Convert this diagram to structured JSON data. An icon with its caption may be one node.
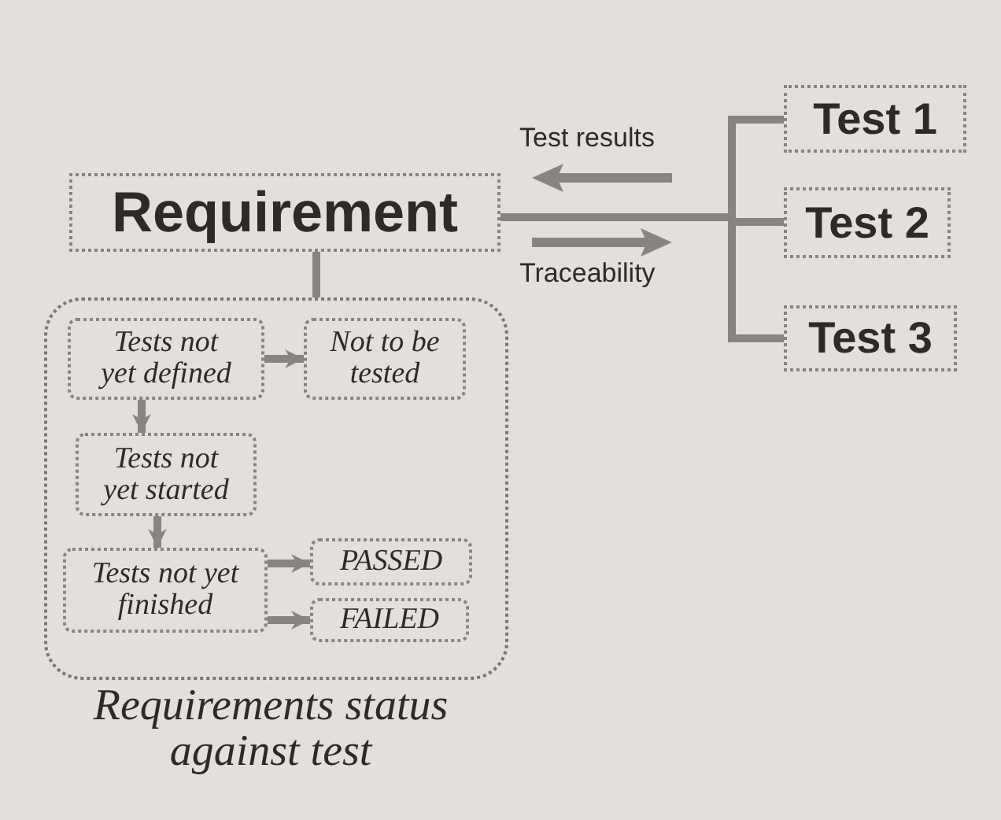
{
  "diagram": {
    "nodes": [
      {
        "text": [
          "Requirement"
        ]
      },
      {
        "text": [
          "Test 1"
        ]
      },
      {
        "text": [
          "Test 2"
        ]
      },
      {
        "text": [
          "Test 3"
        ]
      },
      {
        "text": [
          "Requirements status against test"
        ]
      },
      {
        "text": [
          "Tests not yet defined"
        ],
        "in": 4
      },
      {
        "text": [
          "Not to be tested"
        ],
        "in": 4
      },
      {
        "text": [
          "Tests not yet started"
        ],
        "in": 4
      },
      {
        "text": [
          "Tests not yet finished"
        ],
        "in": 4
      },
      {
        "text": [
          "PASSED"
        ],
        "in": 4
      },
      {
        "text": [
          "FAILED"
        ],
        "in": 4
      }
    ],
    "edges": [
      {
        "from": 0,
        "to": 1,
        "arrow": "none"
      },
      {
        "from": 0,
        "to": 2,
        "arrow": "none"
      },
      {
        "from": 0,
        "to": 3,
        "arrow": "none"
      },
      {
        "from": 0,
        "to": 4,
        "arrow": "none"
      },
      {
        "from": 5,
        "to": 6,
        "arrow": "to"
      },
      {
        "from": 5,
        "to": 7,
        "arrow": "to"
      },
      {
        "from": 7,
        "to": 8,
        "arrow": "to"
      },
      {
        "from": 8,
        "to": 9,
        "arrow": "to"
      },
      {
        "from": 8,
        "to": 10,
        "arrow": "to"
      }
    ],
    "labels": [
      "Test results",
      "Traceability"
    ]
  }
}
